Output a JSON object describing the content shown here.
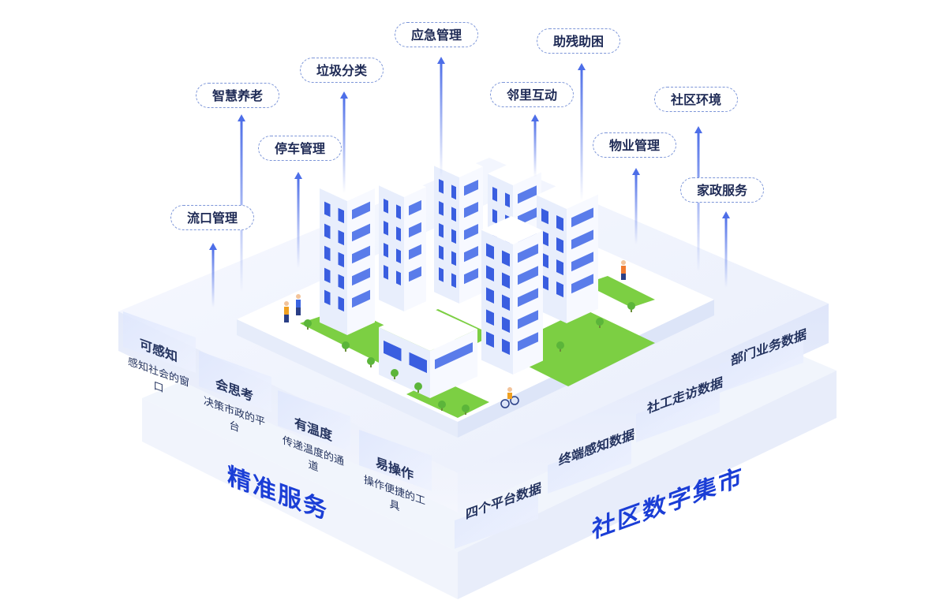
{
  "colors": {
    "accent": "#2f5be3",
    "arrow": "#4d6ee8",
    "label_text": "#1e2a55",
    "big_text": "#1b3ed6",
    "grass": "#7ccf43",
    "building": "#f2f5fd",
    "window": "#3a5ee0"
  },
  "services": [
    {
      "label": "流口管理"
    },
    {
      "label": "智慧养老"
    },
    {
      "label": "停车管理"
    },
    {
      "label": "垃圾分类"
    },
    {
      "label": "应急管理"
    },
    {
      "label": "邻里互动"
    },
    {
      "label": "助残助困"
    },
    {
      "label": "物业管理"
    },
    {
      "label": "社区环境"
    },
    {
      "label": "家政服务"
    }
  ],
  "features": [
    {
      "title": "可感知",
      "desc": "感知社会的窗口"
    },
    {
      "title": "会思考",
      "desc": "决策市政的平台"
    },
    {
      "title": "有温度",
      "desc": "传递温度的通道"
    },
    {
      "title": "易操作",
      "desc": "操作便捷的工具"
    }
  ],
  "data_sources": [
    {
      "label": "四个平台数据"
    },
    {
      "label": "终端感知数据"
    },
    {
      "label": "社工走访数据"
    },
    {
      "label": "部门业务数据"
    }
  ],
  "left_title": "精准服务",
  "right_title": "社区数字集市"
}
